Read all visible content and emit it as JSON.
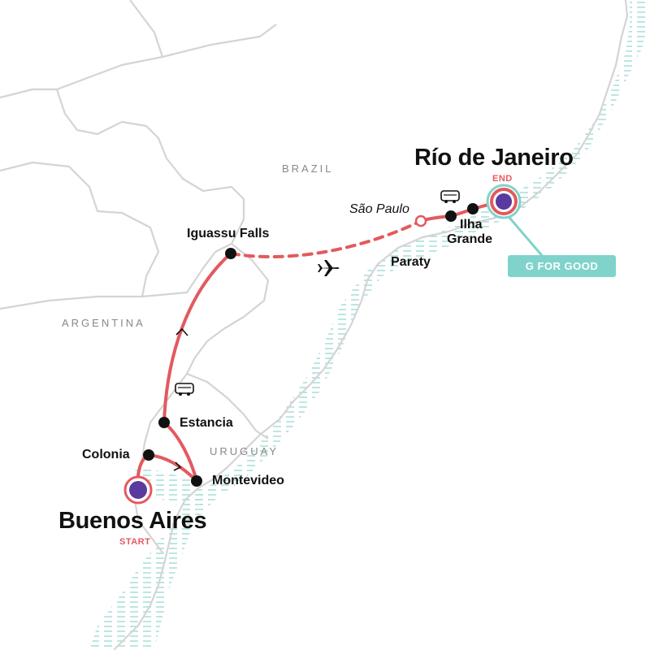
{
  "countries": {
    "brazil": "BRAZIL",
    "argentina": "ARGENTINA",
    "uruguay": "URUGUAY"
  },
  "start": {
    "name": "Buenos Aires",
    "tag": "START"
  },
  "end": {
    "name": "Río de Janeiro",
    "tag": "END"
  },
  "stops": {
    "iguassu": "Iguassu Falls",
    "estancia": "Estancia",
    "colonia": "Colonia",
    "montevideo": "Montevideo",
    "sao_paulo": "São Paulo",
    "paraty": "Paraty",
    "ilha_grande_line1": "Ilha",
    "ilha_grande_line2": "Grande"
  },
  "badge": "G FOR GOOD",
  "colors": {
    "route": "#e25a5f",
    "stop": "#111111",
    "start_end_fill": "#5a3a9e",
    "border": "#d4d4d4",
    "water": "#8fd4cd",
    "badge": "#7fd3cb"
  },
  "icons": {
    "bus": "bus-icon",
    "plane": "plane-icon"
  }
}
